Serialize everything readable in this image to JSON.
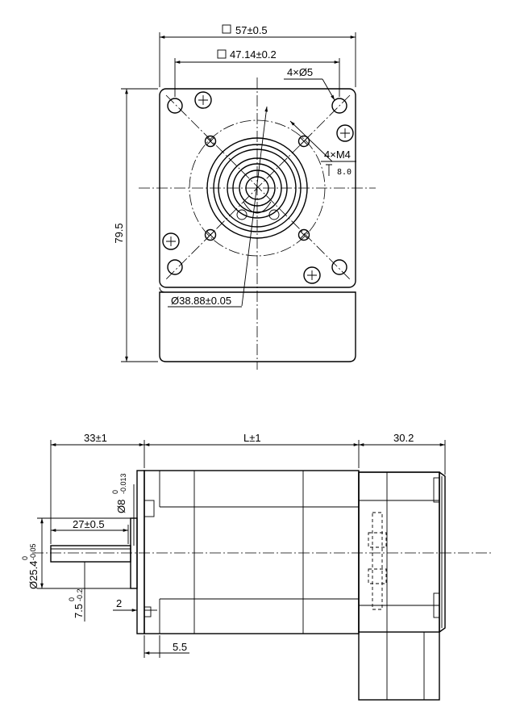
{
  "front_view": {
    "dim_outer_square": "57±0.5",
    "dim_bolt_square": "47.14±0.2",
    "dim_holes": "4×Ø5",
    "dim_tapped": "4×M4",
    "dim_depth": "8.0",
    "dim_pilot": "Ø38.88±0.05",
    "dim_height": "79.5"
  },
  "side_view": {
    "dim_shaft_length": "33±1",
    "dim_body_length": "L±1",
    "dim_rear": "30.2",
    "dim_key_length": "27±0.5",
    "dim_pilot_dia_main": "Ø25.4",
    "dim_pilot_dia_tol_top": "0",
    "dim_pilot_dia_tol_bot": "-0.05",
    "dim_shaft_dia_main": "Ø8",
    "dim_shaft_dia_tol_top": "0",
    "dim_shaft_dia_tol_bot": "-0.013",
    "dim_flat_main": "7.5",
    "dim_flat_tol_top": "0",
    "dim_flat_tol_bot": "-0.2",
    "dim_two": "2",
    "dim_flange": "5.5"
  }
}
